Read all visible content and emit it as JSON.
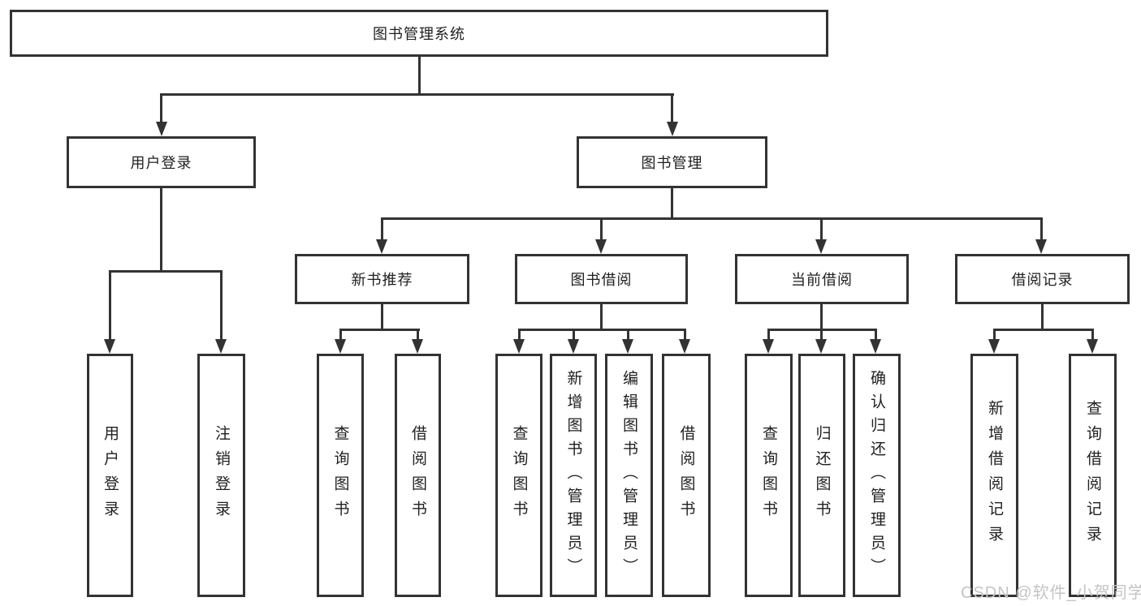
{
  "nodes": {
    "root": {
      "label": "图书管理系统"
    },
    "user_login": {
      "label": "用户登录"
    },
    "book_mgmt": {
      "label": "图书管理"
    },
    "new_book_rec": {
      "label": "新书推荐"
    },
    "book_borrow": {
      "label": "图书借阅"
    },
    "current_borrow": {
      "label": "当前借阅"
    },
    "borrow_records": {
      "label": "借阅记录"
    },
    "leaf_user_login": {
      "label": "用户登录"
    },
    "leaf_logout": {
      "label": "注销登录"
    },
    "nb_query": {
      "label": "查询图书"
    },
    "nb_borrow": {
      "label": "借阅图书"
    },
    "bb_query": {
      "label": "查询图书"
    },
    "bb_add": {
      "label": "新增图书（管理员）"
    },
    "bb_edit": {
      "label": "编辑图书（管理员）"
    },
    "bb_borrow": {
      "label": "借阅图书"
    },
    "cb_query": {
      "label": "查询图书"
    },
    "cb_return": {
      "label": "归还图书"
    },
    "cb_confirm": {
      "label": "确认归还（管理员）"
    },
    "br_add": {
      "label": "新增借阅记录"
    },
    "br_query": {
      "label": "查询借阅记录"
    }
  },
  "hierarchy": {
    "图书管理系统": {
      "用户登录": [
        "用户登录",
        "注销登录"
      ],
      "图书管理": {
        "新书推荐": [
          "查询图书",
          "借阅图书"
        ],
        "图书借阅": [
          "查询图书",
          "新增图书（管理员）",
          "编辑图书（管理员）",
          "借阅图书"
        ],
        "当前借阅": [
          "查询图书",
          "归还图书",
          "确认归还（管理员）"
        ],
        "借阅记录": [
          "新增借阅记录",
          "查询借阅记录"
        ]
      }
    }
  },
  "watermark": {
    "text": "CSDN @软件_小贺同学",
    "color": "#c4c4c4"
  },
  "colors": {
    "line": "#333333",
    "box_border": "#333333",
    "text": "#1f1f1f",
    "background": "#ffffff"
  }
}
